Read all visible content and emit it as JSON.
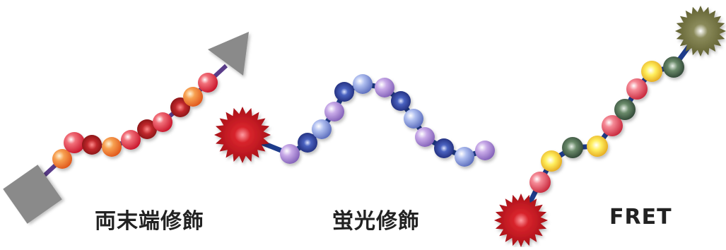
{
  "panels": [
    {
      "label": "両末端修飾"
    },
    {
      "label": "蛍光修飾"
    },
    {
      "label": "FRET"
    }
  ],
  "colors": {
    "red_bead": "#e0343c",
    "orange_bead": "#f07a2a",
    "darkred_bead": "#b0252a",
    "purple_bead": "#9a78c8",
    "navy_bead": "#2c3c8c",
    "lavender_bead": "#7c8ed8",
    "pink_bead": "#e24a5a",
    "yellow_bead": "#f0d02a",
    "darkgreen_bead": "#3c5a3c",
    "linker_purple": "#5a3c8a",
    "linker_blue": "#1e3c8c",
    "gray_shape": "#8a8a8a",
    "red_star": "#c8101c",
    "olive_star": "#7a7a3c"
  }
}
